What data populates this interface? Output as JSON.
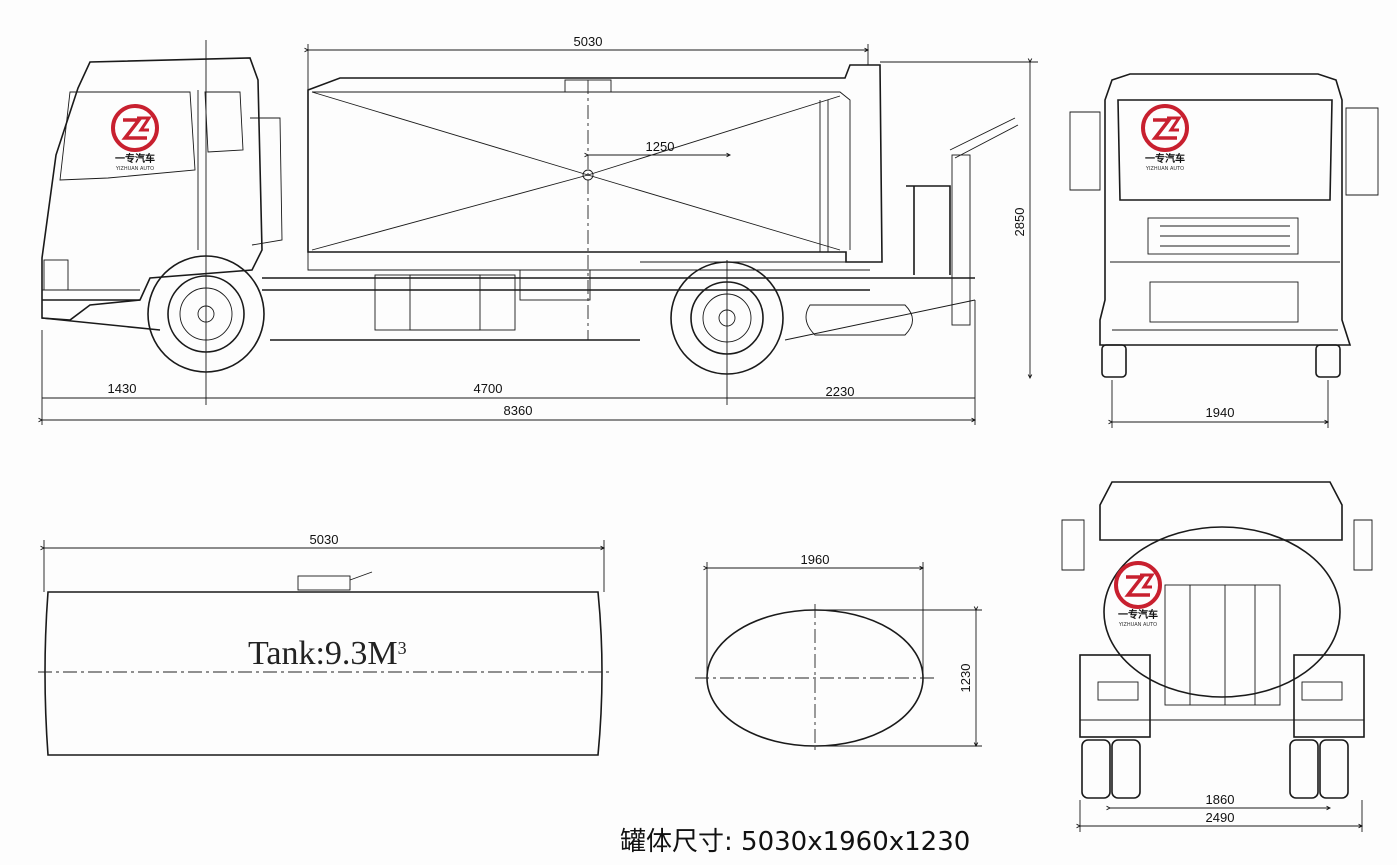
{
  "dimensions": {
    "side_tank_length": "5030",
    "manhole_spacing": "1250",
    "overall_height": "2850",
    "front_overhang": "1430",
    "wheelbase": "4700",
    "rear_overhang": "2230",
    "overall_length": "8360",
    "front_width": "1940",
    "tank_length": "5030",
    "tank_width": "1960",
    "tank_height": "1230",
    "rear_track": "1860",
    "rear_width": "2490"
  },
  "tank_label": "Tank:9.3M",
  "tank_label_sup": "3",
  "caption": "罐体尺寸: 5030x1960x1230",
  "logo": {
    "cn": "一专汽车",
    "en": "YIZHUAN AUTO",
    "color": "#c8202f"
  }
}
